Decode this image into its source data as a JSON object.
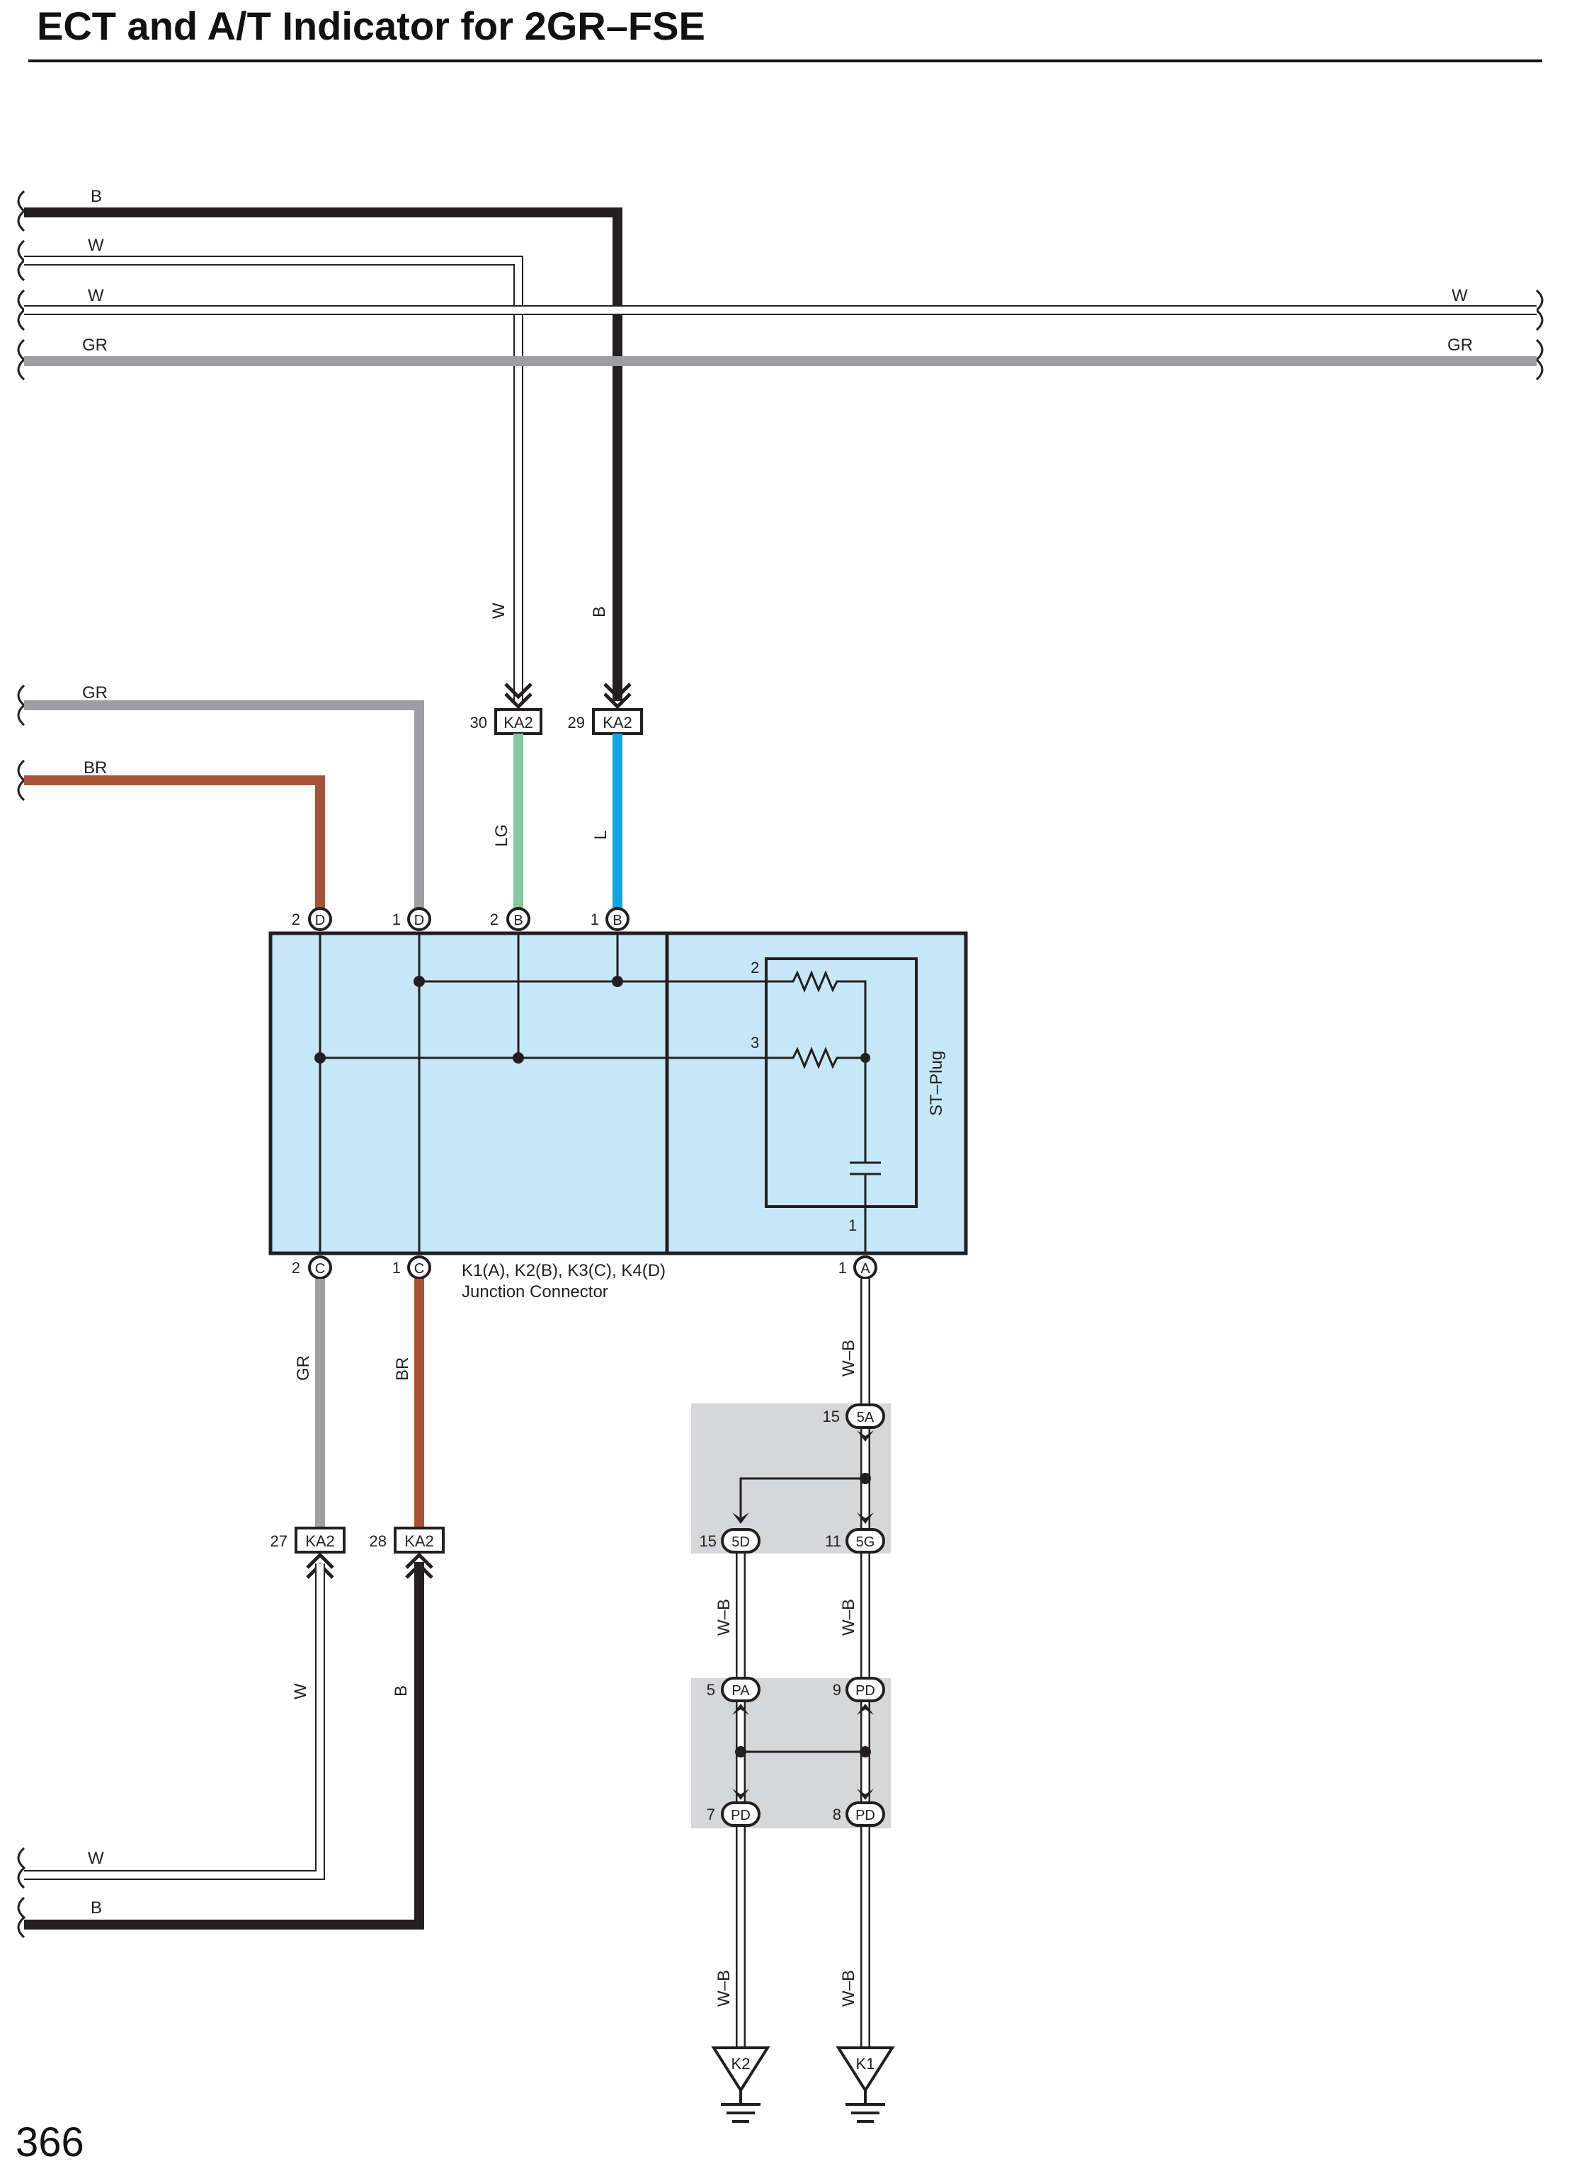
{
  "page": {
    "title": "ECT and A/T Indicator for 2GR–FSE",
    "page_number": "366"
  },
  "colors": {
    "B": "#231f20",
    "W": "#ffffff",
    "GR": "#9d9ea2",
    "BR": "#a65435",
    "LG": "#84c99b",
    "L": "#14a3e0",
    "junction_fill": "#c6e7f8",
    "joint_fill": "#d6d7d9"
  },
  "wire_labels": {
    "b_top": "B",
    "w_top1": "W",
    "w_top2": "W",
    "gr_top": "GR",
    "w_right": "W",
    "gr_right": "GR",
    "w_vert_top": "W",
    "b_vert_top": "B",
    "gr_left": "GR",
    "br_left": "BR",
    "lg_vert": "LG",
    "l_vert": "L",
    "gr_lower": "GR",
    "br_lower": "BR",
    "w_vert_bottom": "W",
    "b_vert_bottom": "B",
    "w_bottom": "W",
    "b_bottom": "B",
    "wb_a": "W–B",
    "wb_5d": "W–B",
    "wb_5g": "W–B",
    "wb_k2": "W–B",
    "wb_k1": "W–B"
  },
  "connectors": {
    "ka2_30": {
      "pin": "30",
      "code": "KA2"
    },
    "ka2_29": {
      "pin": "29",
      "code": "KA2"
    },
    "ka2_27": {
      "pin": "27",
      "code": "KA2"
    },
    "ka2_28": {
      "pin": "28",
      "code": "KA2"
    },
    "d2": {
      "pin": "2",
      "code": "D"
    },
    "d1": {
      "pin": "1",
      "code": "D"
    },
    "b2": {
      "pin": "2",
      "code": "B"
    },
    "b1": {
      "pin": "1",
      "code": "B"
    },
    "c2": {
      "pin": "2",
      "code": "C"
    },
    "c1": {
      "pin": "1",
      "code": "C"
    },
    "a1": {
      "pin": "1",
      "code": "A"
    },
    "j5a": {
      "pin": "15",
      "code": "5A"
    },
    "j5d": {
      "pin": "15",
      "code": "5D"
    },
    "j5g": {
      "pin": "11",
      "code": "5G"
    },
    "jpa": {
      "pin": "5",
      "code": "PA"
    },
    "jpd9": {
      "pin": "9",
      "code": "PD"
    },
    "jpd7": {
      "pin": "7",
      "code": "PD"
    },
    "jpd8": {
      "pin": "8",
      "code": "PD"
    }
  },
  "junction": {
    "name": "K1(A), K2(B), K3(C), K4(D)",
    "desc": "Junction Connector"
  },
  "st_plug": {
    "label": "ST–Plug",
    "pin2": "2",
    "pin3": "3",
    "pin1": "1"
  },
  "grounds": {
    "k2": "K2",
    "k1": "K1"
  }
}
